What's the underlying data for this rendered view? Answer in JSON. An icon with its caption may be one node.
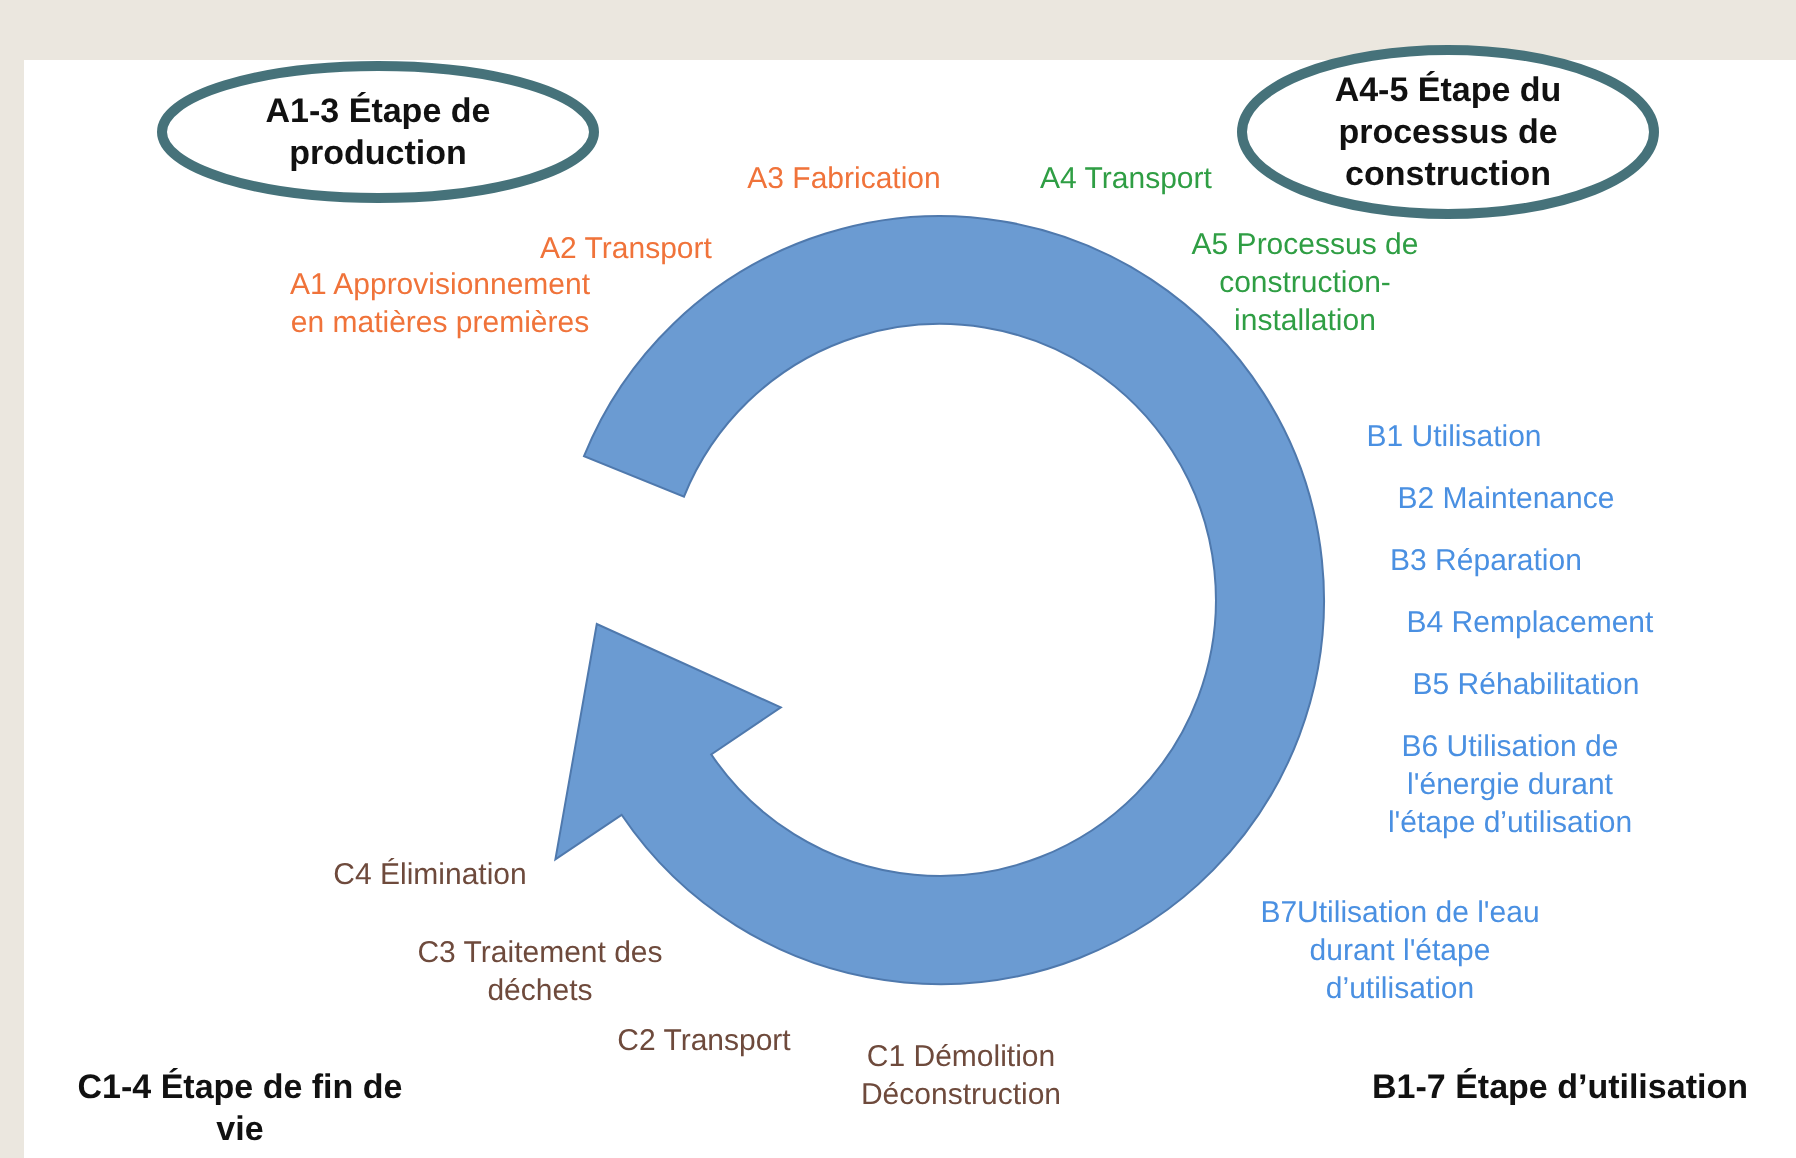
{
  "diagram": {
    "nodes": [
      {
        "text": [
          "A1-3 Étape de production"
        ]
      },
      {
        "text": [
          "A4-5 Étape du processus de construction"
        ]
      }
    ],
    "labels": [
      "A3 Fabrication",
      "A4 Transport",
      "A2 Transport",
      "A5 Processus de construction-installation",
      "A1 Approvisionnement en matières premières",
      "B1 Utilisation",
      "B2 Maintenance",
      "B3 Réparation",
      "B4 Remplacement",
      "B5 Réhabilitation",
      "B6 Utilisation de l'énergie durant l'étape d’utilisation",
      "C4 Élimination",
      "B7Utilisation de l'eau durant l'étape d’utilisation",
      "C3 Traitement des déchets",
      "C2 Transport",
      "C1 Démolition Déconstruction",
      "C1-4 Étape de fin de vie",
      "B1-7 Étape d’utilisation"
    ]
  }
}
